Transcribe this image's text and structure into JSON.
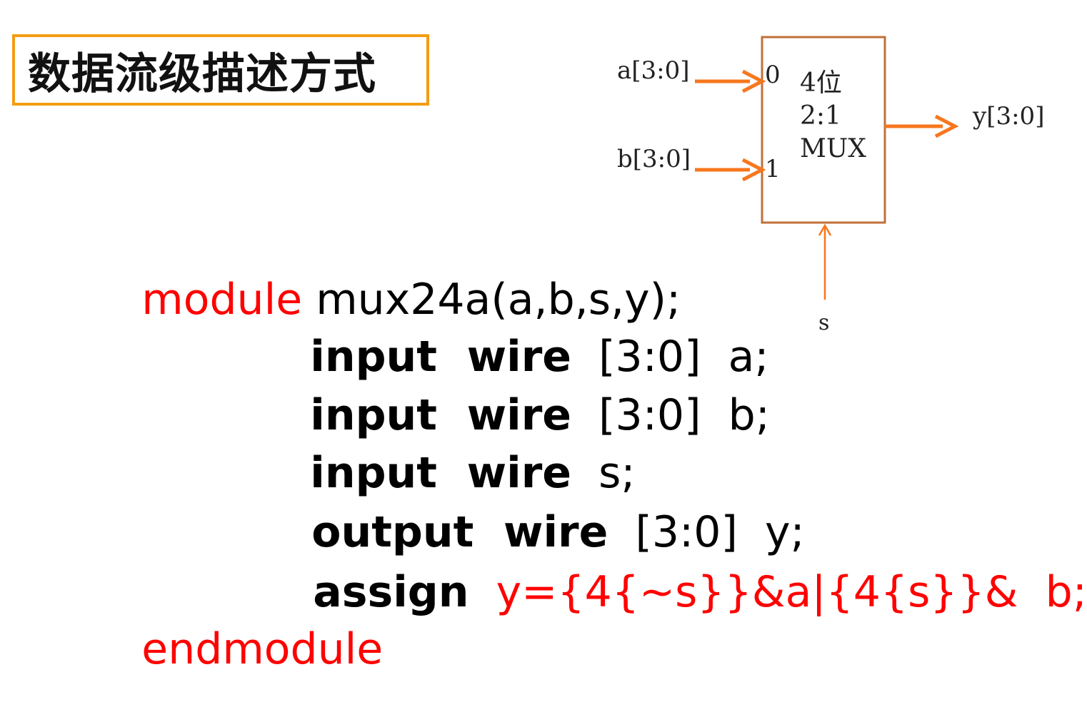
{
  "title": "数据流级描述方式",
  "diagram": {
    "input_a": "a[3:0]",
    "input_b": "b[3:0]",
    "output_y": "y[3:0]",
    "select": "s",
    "port0": "0",
    "port1": "1",
    "mux_line1": "4位",
    "mux_line2": "2:1",
    "mux_line3": "MUX",
    "colors": {
      "arrow": "#f7771e",
      "box": "#c0703a"
    }
  },
  "code": {
    "line1_kw": "module",
    "line1_rest": " mux24a(a,b,s,y);",
    "line2_kw": "input  wire",
    "line2_rest": "  [3:0]  a;",
    "line3_kw": "input  wire",
    "line3_rest": "  [3:0]  b;",
    "line4_kw": "input  wire",
    "line4_rest": "  s;",
    "line5_kw": "output  wire",
    "line5_rest": "  [3:0]  y;",
    "line6_kw": "assign",
    "line6_rest": "  y={4{~s}}&a|{4{s}}&  b;",
    "line7_kw": "endmodule"
  }
}
